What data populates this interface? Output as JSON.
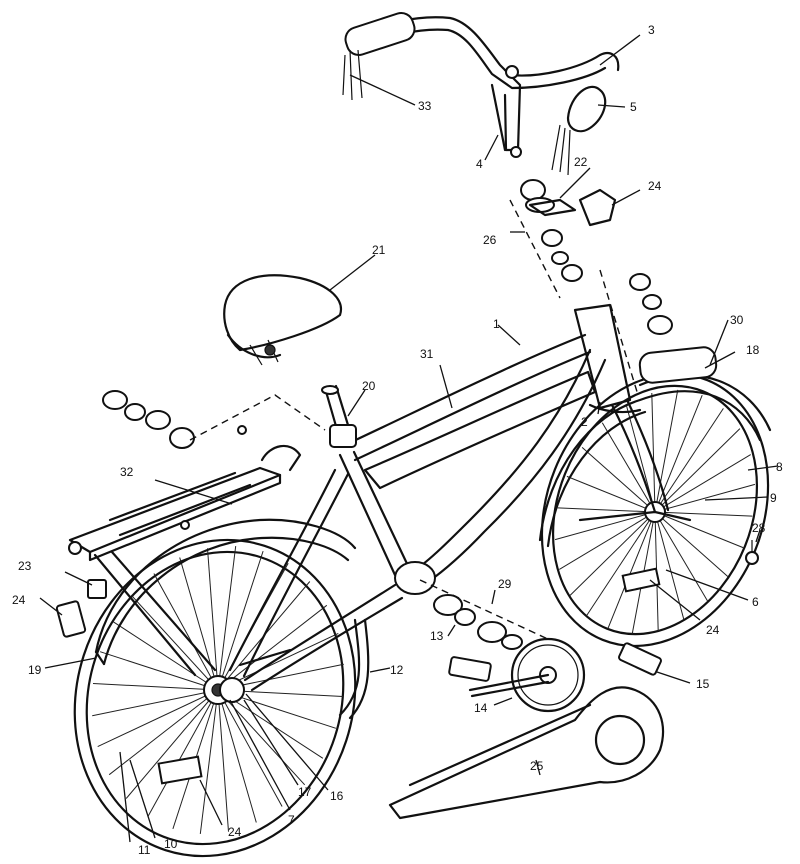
{
  "callouts": [
    {
      "id": "c33",
      "label": "33"
    },
    {
      "id": "c3",
      "label": "3"
    },
    {
      "id": "c5",
      "label": "5"
    },
    {
      "id": "c4",
      "label": "4"
    },
    {
      "id": "c22",
      "label": "22"
    },
    {
      "id": "c24a",
      "label": "24"
    },
    {
      "id": "c26",
      "label": "26"
    },
    {
      "id": "c21",
      "label": "21"
    },
    {
      "id": "c1",
      "label": "1"
    },
    {
      "id": "c30",
      "label": "30"
    },
    {
      "id": "c18",
      "label": "18"
    },
    {
      "id": "c31",
      "label": "31"
    },
    {
      "id": "c20",
      "label": "20"
    },
    {
      "id": "c2",
      "label": "2"
    },
    {
      "id": "c8",
      "label": "8"
    },
    {
      "id": "c9",
      "label": "9"
    },
    {
      "id": "c32",
      "label": "32"
    },
    {
      "id": "c28",
      "label": "28"
    },
    {
      "id": "c23",
      "label": "23"
    },
    {
      "id": "c6",
      "label": "6"
    },
    {
      "id": "c24b",
      "label": "24"
    },
    {
      "id": "c24c",
      "label": "24"
    },
    {
      "id": "c29",
      "label": "29"
    },
    {
      "id": "c13",
      "label": "13"
    },
    {
      "id": "c19",
      "label": "19"
    },
    {
      "id": "c12",
      "label": "12"
    },
    {
      "id": "c15",
      "label": "15"
    },
    {
      "id": "c14",
      "label": "14"
    },
    {
      "id": "c25",
      "label": "25"
    },
    {
      "id": "c17",
      "label": "17"
    },
    {
      "id": "c16",
      "label": "16"
    },
    {
      "id": "c7",
      "label": "7"
    },
    {
      "id": "c24d",
      "label": "24"
    },
    {
      "id": "c10",
      "label": "10"
    },
    {
      "id": "c11",
      "label": "11"
    }
  ]
}
